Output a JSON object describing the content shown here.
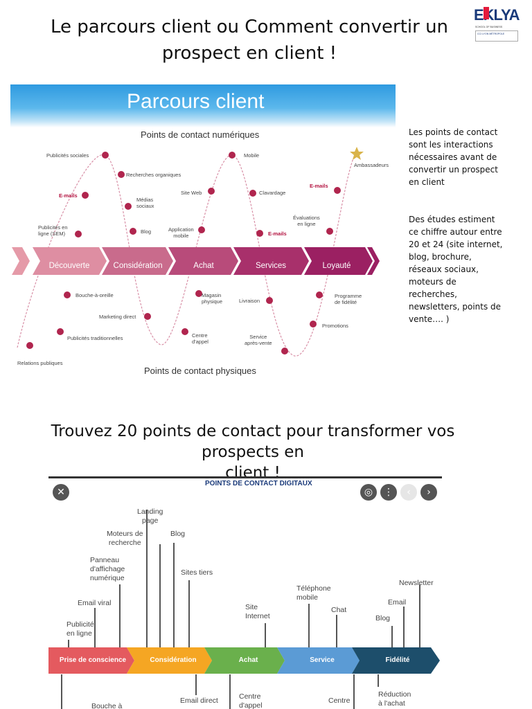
{
  "title1_line1": "Le parcours client ou Comment convertir un",
  "title1_line2": "prospect en client !",
  "logo": {
    "name": "EKLYA",
    "subtitle": "SCHOOL OF BUSINESS",
    "cci": "CCI LYON MÉTROPOLE"
  },
  "slide1": {
    "title": "Parcours client",
    "subtitle_top": "Points de contact numériques",
    "subtitle_bottom": "Points de contact physiques",
    "stages": [
      "Découverte",
      "Considération",
      "Achat",
      "Services",
      "Loyauté"
    ],
    "labels": {
      "pub_sociales": "Publicités sociales",
      "recherches": "Recherches organiques",
      "emails1": "E-mails",
      "medias": "Médias\nsociaux",
      "pub_ligne": "Publicités en\nligne (SEM)",
      "blog": "Blog",
      "mobile": "Mobile",
      "site_web": "Site Web",
      "clavardage": "Clavardage",
      "application": "Application\nmobile",
      "emails2": "E-mails",
      "emails3": "E-mails",
      "ambassadeurs": "Ambassadeurs",
      "evaluations": "Évaluations\nen ligne",
      "bouche": "Bouche-à-oreille",
      "marketing": "Marketing direct",
      "pub_trad": "Publicités traditionnelles",
      "relations": "Relations publiques",
      "magasin": "Magasin\nphysique",
      "centre": "Centre\nd'appel",
      "livraison": "Livraison",
      "service_apv": "Service\naprès-vente",
      "programme": "Programme\nde fidélité",
      "promotions": "Promotions"
    }
  },
  "side": {
    "p1": "Les points de contact sont les interactions nécessaires avant de convertir un prospect en client",
    "p2": "Des études estiment ce chiffre autour entre 20 et 24 (site internet, blog, brochure, réseaux sociaux, moteurs de recherches, newsletters, points de vente…. )"
  },
  "title2_line1": "Trouvez 20 points de contact pour transformer vos prospects en",
  "title2_line2": "client !",
  "slide2": {
    "heading": "POINTS DE CONTACT DIGITAUX",
    "stages": [
      "Prise de conscience",
      "Considération",
      "Achat",
      "Service",
      "Fidélité"
    ],
    "stage_colors": [
      "#e45a5f",
      "#f5a623",
      "#6ab04c",
      "#5b9bd5",
      "#1d4e6b"
    ],
    "labels": {
      "landing": "Landing\npage",
      "moteurs": "Moteurs de\nrecherche",
      "blog": "Blog",
      "panneau": "Panneau\nd'affichage\nnumérique",
      "sites_tiers": "Sites tiers",
      "email_viral": "Email viral",
      "publicite": "Publicité\nen ligne",
      "telephone": "Téléphone\nmobile",
      "site_internet": "Site\nInternet",
      "chat": "Chat",
      "newsletter": "Newsletter",
      "email": "Email",
      "blog2": "Blog",
      "bouche": "Bouche à",
      "email_direct": "Email direct",
      "centre_appel": "Centre\nd'appel",
      "centre2": "Centre",
      "reduction": "Réduction\nà l'achat"
    }
  }
}
